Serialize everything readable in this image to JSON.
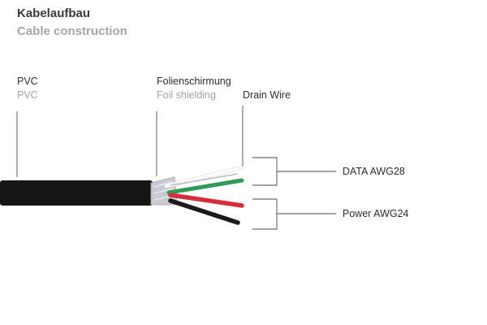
{
  "title": {
    "german": "Kabelaufbau",
    "english": "Cable construction"
  },
  "labels": {
    "pvc": {
      "primary": "PVC",
      "secondary": "PVC"
    },
    "foil": {
      "primary": "Folienschirmung",
      "secondary": "Foil shielding"
    },
    "drain": {
      "primary": "Drain Wire"
    },
    "data": {
      "primary": "DATA AWG28"
    },
    "power": {
      "primary": "Power AWG24"
    }
  },
  "colors": {
    "jacket": "#151515",
    "wire_green": "#2e9a55",
    "wire_white": "#f2f2f2",
    "wire_red": "#d62d3d",
    "wire_black": "#1b1b1b",
    "foil": "#c8ccd2",
    "leader": "#4a4a4a"
  }
}
